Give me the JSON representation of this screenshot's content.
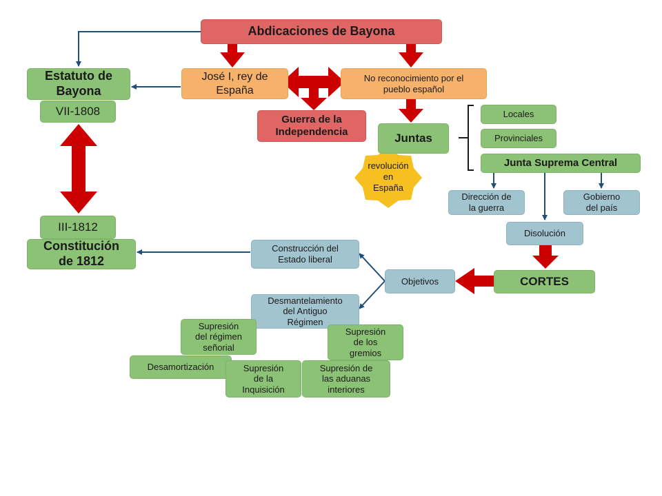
{
  "nodes": {
    "abdicaciones": "Abdicaciones de Bayona",
    "estatuto": "Estatuto de\nBayona",
    "vii_1808": "VII-1808",
    "jose_i": "José I, rey de\nEspaña",
    "no_reconocimiento": "No reconocimiento por el\npueblo español",
    "guerra": "Guerra de la\nIndependencia",
    "juntas": "Juntas",
    "revolucion": "revolución\nen\nEspaña",
    "locales": "Locales",
    "provinciales": "Provinciales",
    "junta_suprema": "Junta Suprema Central",
    "direccion_guerra": "Dirección de\nla guerra",
    "gobierno_pais": "Gobierno\ndel país",
    "disolucion": "Disolución",
    "iii_1812": "III-1812",
    "constitucion": "Constitución\nde 1812",
    "construccion": "Construcción del\nEstado liberal",
    "objetivos": "Objetivos",
    "cortes": "CORTES",
    "desmantelamiento": "Desmantelamiento\ndel Antiguo\nRégimen",
    "supresion_senorial": "Supresión\ndel régimen\nseñorial",
    "supresion_gremios": "Supresión\nde los\ngremios",
    "desamortizacion": "Desamortización",
    "supresion_inquisicion": "Supresión\nde la\nInquisición",
    "supresion_aduanas": "Supresión de\nlas aduanas\ninteriores"
  },
  "colors": {
    "green": "#8cc276",
    "orange": "#f6b26b",
    "red_box": "#e06666",
    "blue_box": "#a2c4cf",
    "red_arrow": "#cc0000",
    "line": "#1f4e79",
    "star": "#f5c020"
  }
}
